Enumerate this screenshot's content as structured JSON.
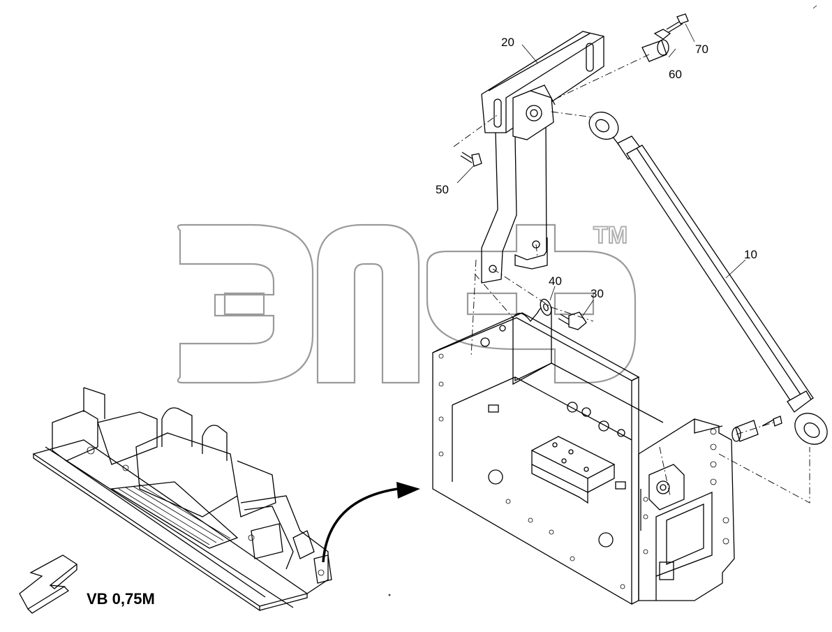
{
  "watermark": {
    "trademark": "TM"
  },
  "view_label": "VB 0,75M",
  "callouts": {
    "c10": "10",
    "c20": "20",
    "c30": "30",
    "c40": "40",
    "c50": "50",
    "c60": "60",
    "c70": "70"
  }
}
